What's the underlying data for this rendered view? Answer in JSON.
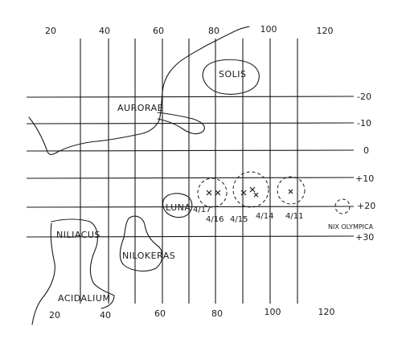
{
  "axes": {
    "x_ticks_top": [
      "20",
      "40",
      "60",
      "80",
      "100",
      "120"
    ],
    "x_ticks_bottom": [
      "20",
      "40",
      "60",
      "80",
      "100",
      "120"
    ],
    "y_ticks_right": [
      "-20",
      "-10",
      "0",
      "+10",
      "+20",
      "+30"
    ]
  },
  "regions": {
    "solis": "SOLIS",
    "aurorae": "AURORAE",
    "luna": "LUNA",
    "niliacus": "NILIACUS",
    "nilokeras": "NILOKERAS",
    "acidalium": "ACIDALIUM",
    "nix_olympica": "NIX OLYMPICA"
  },
  "observations": [
    {
      "date": "4/17"
    },
    {
      "date": "4/16"
    },
    {
      "date": "4/15"
    },
    {
      "date": "4/14"
    },
    {
      "date": "4/11"
    }
  ]
}
